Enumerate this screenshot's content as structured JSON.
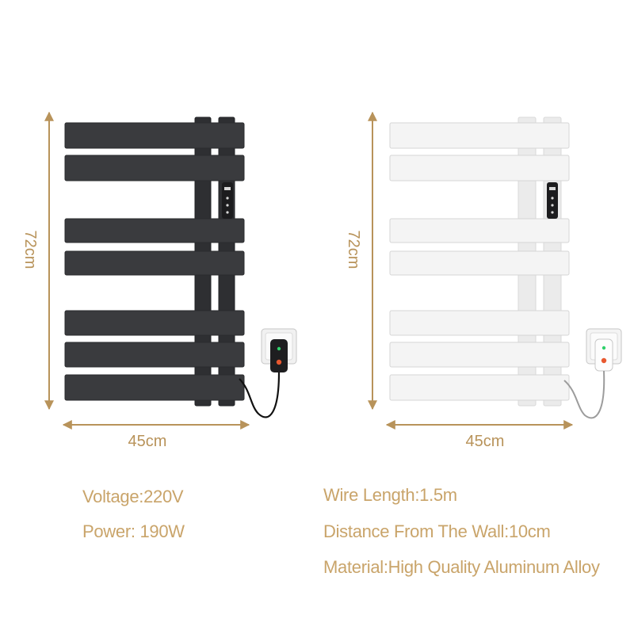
{
  "products": [
    {
      "variant": "black",
      "colors": {
        "bar": "#3a3b3e",
        "bar_top": "#56575b",
        "post": "#2e2f32",
        "post_top": "#48494d",
        "panel": "#1c1c1e",
        "led": "#d8d8d8"
      },
      "height_label": "72cm",
      "width_label": "45cm"
    },
    {
      "variant": "white",
      "colors": {
        "bar": "#f4f4f4",
        "bar_top": "#ffffff",
        "post": "#ebebeb",
        "post_top": "#f8f8f8",
        "panel": "#1c1c1e",
        "led": "#d8d8d8"
      },
      "height_label": "72cm",
      "width_label": "45cm"
    }
  ],
  "specs": {
    "voltage": "Voltage:220V",
    "power": "Power: 190W",
    "wire_length": "Wire Length:1.5m",
    "distance": "Distance From The Wall:10cm",
    "material": "Material:High Quality Aluminum Alloy"
  },
  "accent_color": "#b8935a",
  "text_color": "#c9a46a"
}
